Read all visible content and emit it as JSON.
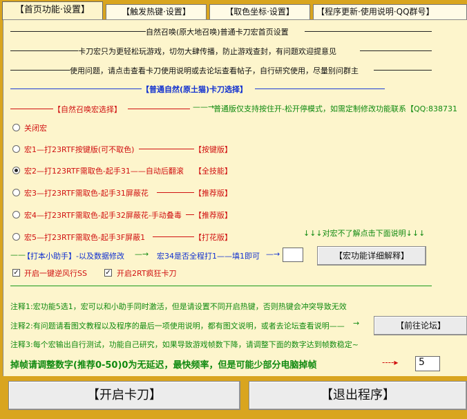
{
  "tabs": [
    {
      "label": "【首页功能·设置】"
    },
    {
      "label": "【触发热键·设置】"
    },
    {
      "label": "【取色坐标·设置】"
    },
    {
      "label": "【程序更新·使用说明·QQ群号】"
    }
  ],
  "header": {
    "line1": "自然召唤(原大地召唤)普通卡刀宏首页设置",
    "line2": "卡刀宏只为更轻松玩游戏，切勿大肆传播，防止游戏查封，有问题欢迎提意见",
    "line3": "使用问题，请点击查看卡刀使用说明或去论坛查看帖子，自行研究使用，尽量别问群主"
  },
  "section_title": "【普通自然(原土猫)卡刀选择】",
  "macro_group_label": "【自然召唤宏选择】",
  "support_note": "普通版仅支持按住开-松开停模式，如需定制修改功能联系【QQ:838731",
  "radios": [
    {
      "label": "关闭宏",
      "tag": "",
      "checked": false
    },
    {
      "label": "宏1—打23RTF按键版(可不取色)",
      "tag": "【按键版】",
      "checked": false
    },
    {
      "label": "宏2—打123RTF需取色-起手31——自动后翻滚",
      "tag": "【全技能】",
      "checked": true
    },
    {
      "label": "宏3—打23RTF需取色-起手31屏蔽花",
      "tag": "【推荐版】",
      "checked": false
    },
    {
      "label": "宏4—打23RTF需取色-起手32屏蔽花-手动叠毒",
      "tag": "【推荐版】",
      "checked": false
    },
    {
      "label": "宏5—打23RTF需取色-起手3F屏蔽1",
      "tag": "【打花版】",
      "checked": false
    }
  ],
  "arrows_note": "↓↓↓对宏不了解点击下面说明↓↓↓",
  "helper": {
    "label": "【打本小助手】-以及数据修改",
    "macro34": "宏34是否全程打1——填1即可",
    "value": ""
  },
  "explain_button": "【宏功能详细解释】",
  "checkboxes": [
    {
      "label": "开启一键逆风行SS",
      "checked": true
    },
    {
      "label": "开启2RT疯狂卡刀",
      "checked": true
    }
  ],
  "notes": {
    "note1": "注释1:宏功能5选1，宏可以和小助手同时激活，但是请设置不同开启热键，否则热键会冲突导致无效",
    "note2": "注释2:有问题请看图文教程以及程序的最后一项使用说明，都有图文说明，或者去论坛查看说明——",
    "note3": "注释3:每个宏输出自行测试，功能自己研究，如果导致游戏帧数下降，请调整下面的数字达到帧数稳定~"
  },
  "forum_button": "【前往论坛】",
  "frame": {
    "label": "掉帧请调整数字(推荐0-50)0为无延迟，最快频率，但是可能少部分电脑掉帧",
    "arrow": "----▸",
    "value": "5"
  },
  "footer": {
    "start_button": "【开启卡刀】",
    "exit_button": "【退出程序】"
  },
  "colors": {
    "background": "#d9a51f",
    "panel": "#fdf5cc",
    "red": "#d01010",
    "blue": "#1030d0",
    "green": "#108a10"
  }
}
